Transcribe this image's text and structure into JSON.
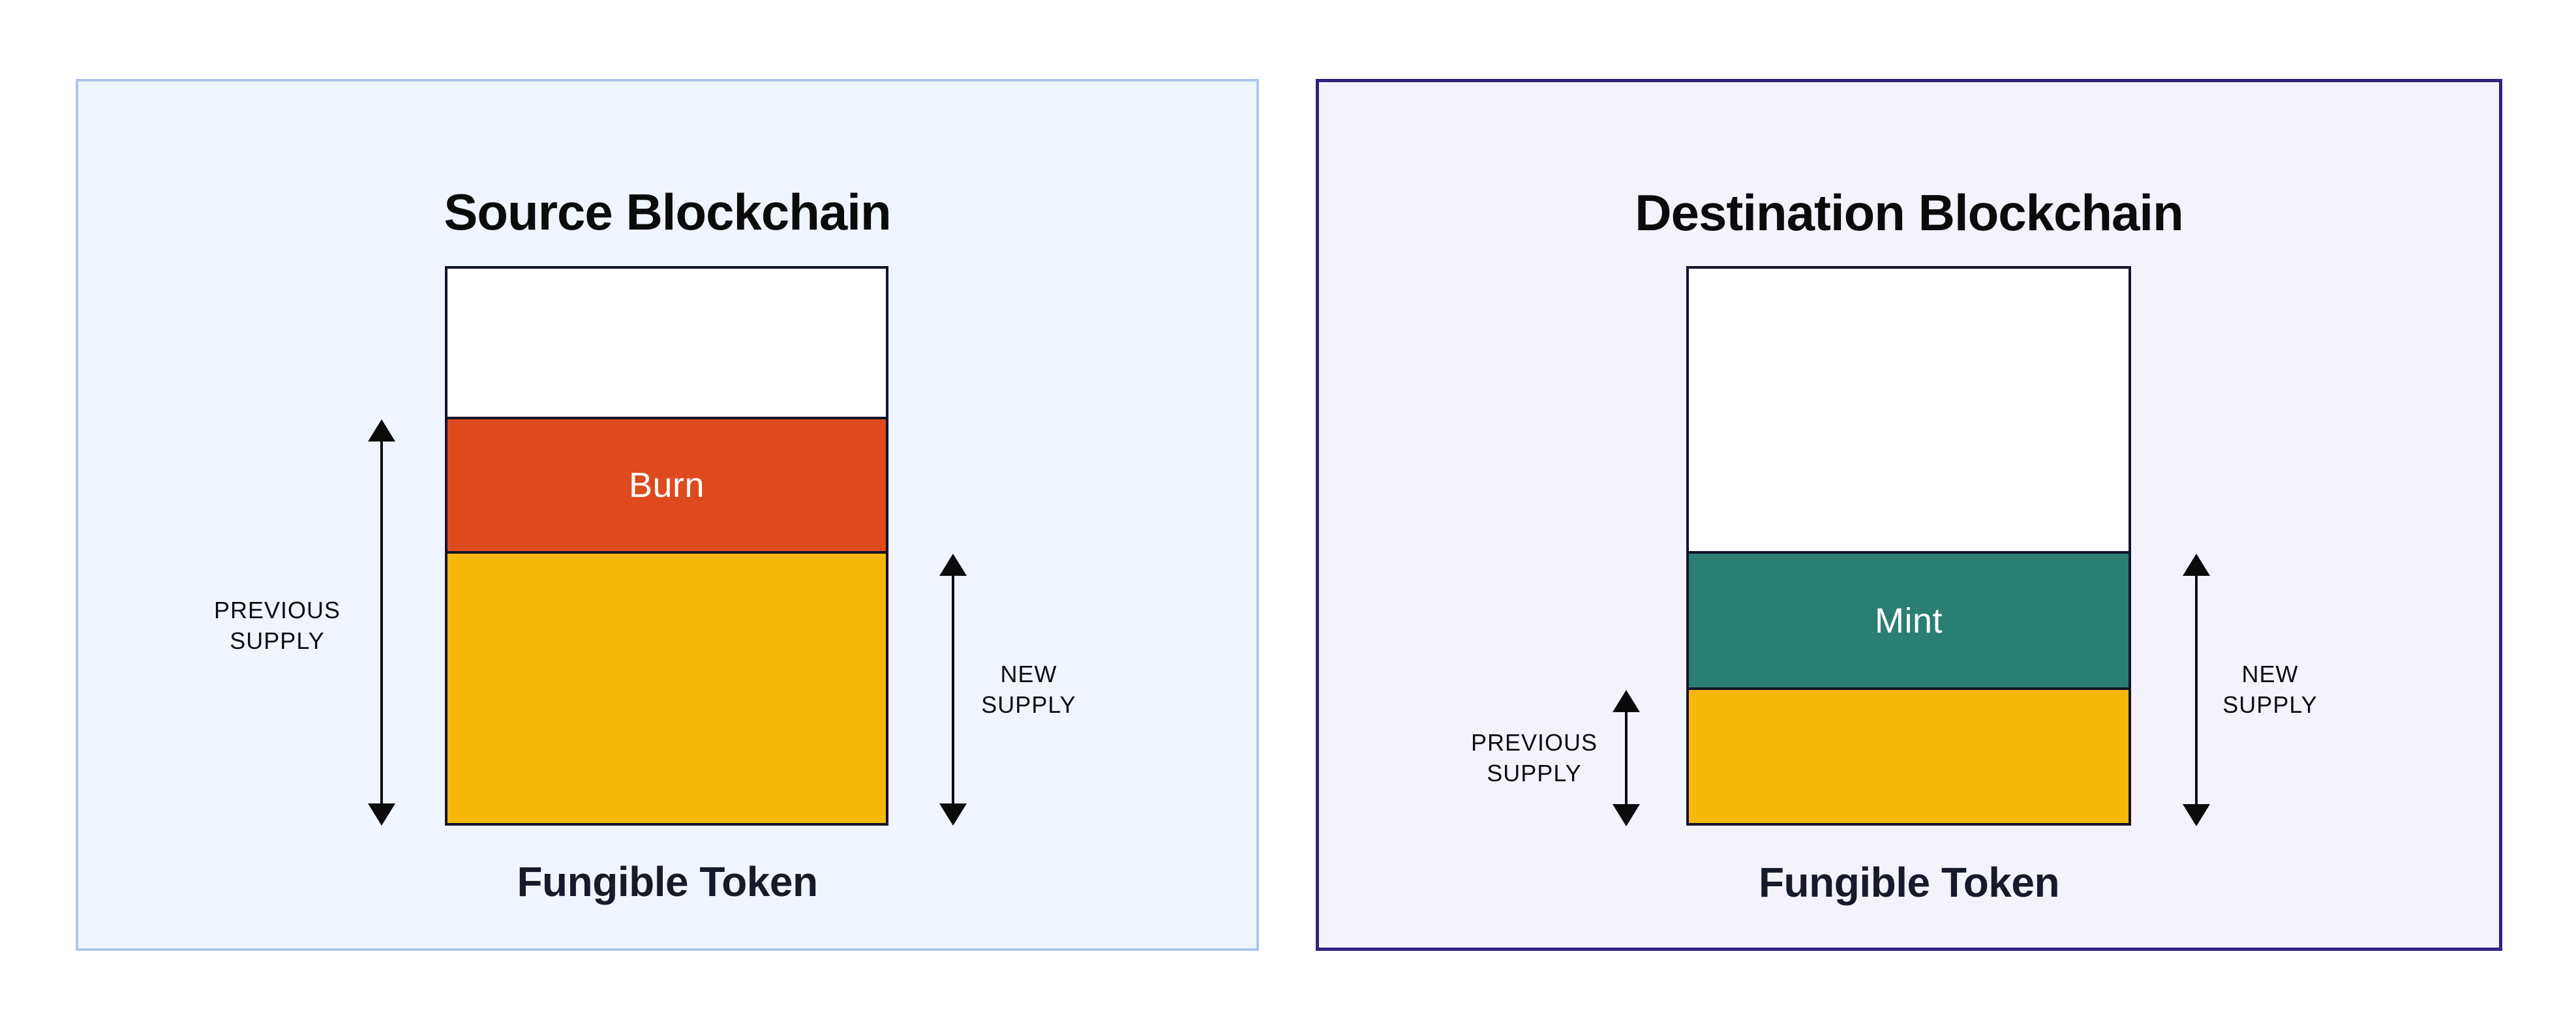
{
  "colors": {
    "page_bg": "#ffffff",
    "source_panel_bg": "#f0f4fc",
    "source_panel_border": "#afc5f0",
    "dest_panel_bg": "#f4f2fb",
    "dest_panel_border": "#33217e",
    "bar_border": "#14142b",
    "segment_empty": "#ffffff",
    "burn": "#de4a1e",
    "mint": "#2a7f72",
    "supply_token": "#f7b70b",
    "arrow": "#0b0b0c",
    "title_text": "#0b0b0c",
    "token_label_text": "#171a2b"
  },
  "source_panel": {
    "title": "Source Blockchain",
    "burn_label": "Burn",
    "previous_supply_label": "PREVIOUS\nSUPPLY",
    "new_supply_label": "NEW\nSUPPLY",
    "token_label": "Fungible Token"
  },
  "destination_panel": {
    "title": "Destination Blockchain",
    "mint_label": "Mint",
    "previous_supply_label": "PREVIOUS\nSUPPLY",
    "new_supply_label": "NEW\nSUPPLY",
    "token_label": "Fungible Token"
  }
}
